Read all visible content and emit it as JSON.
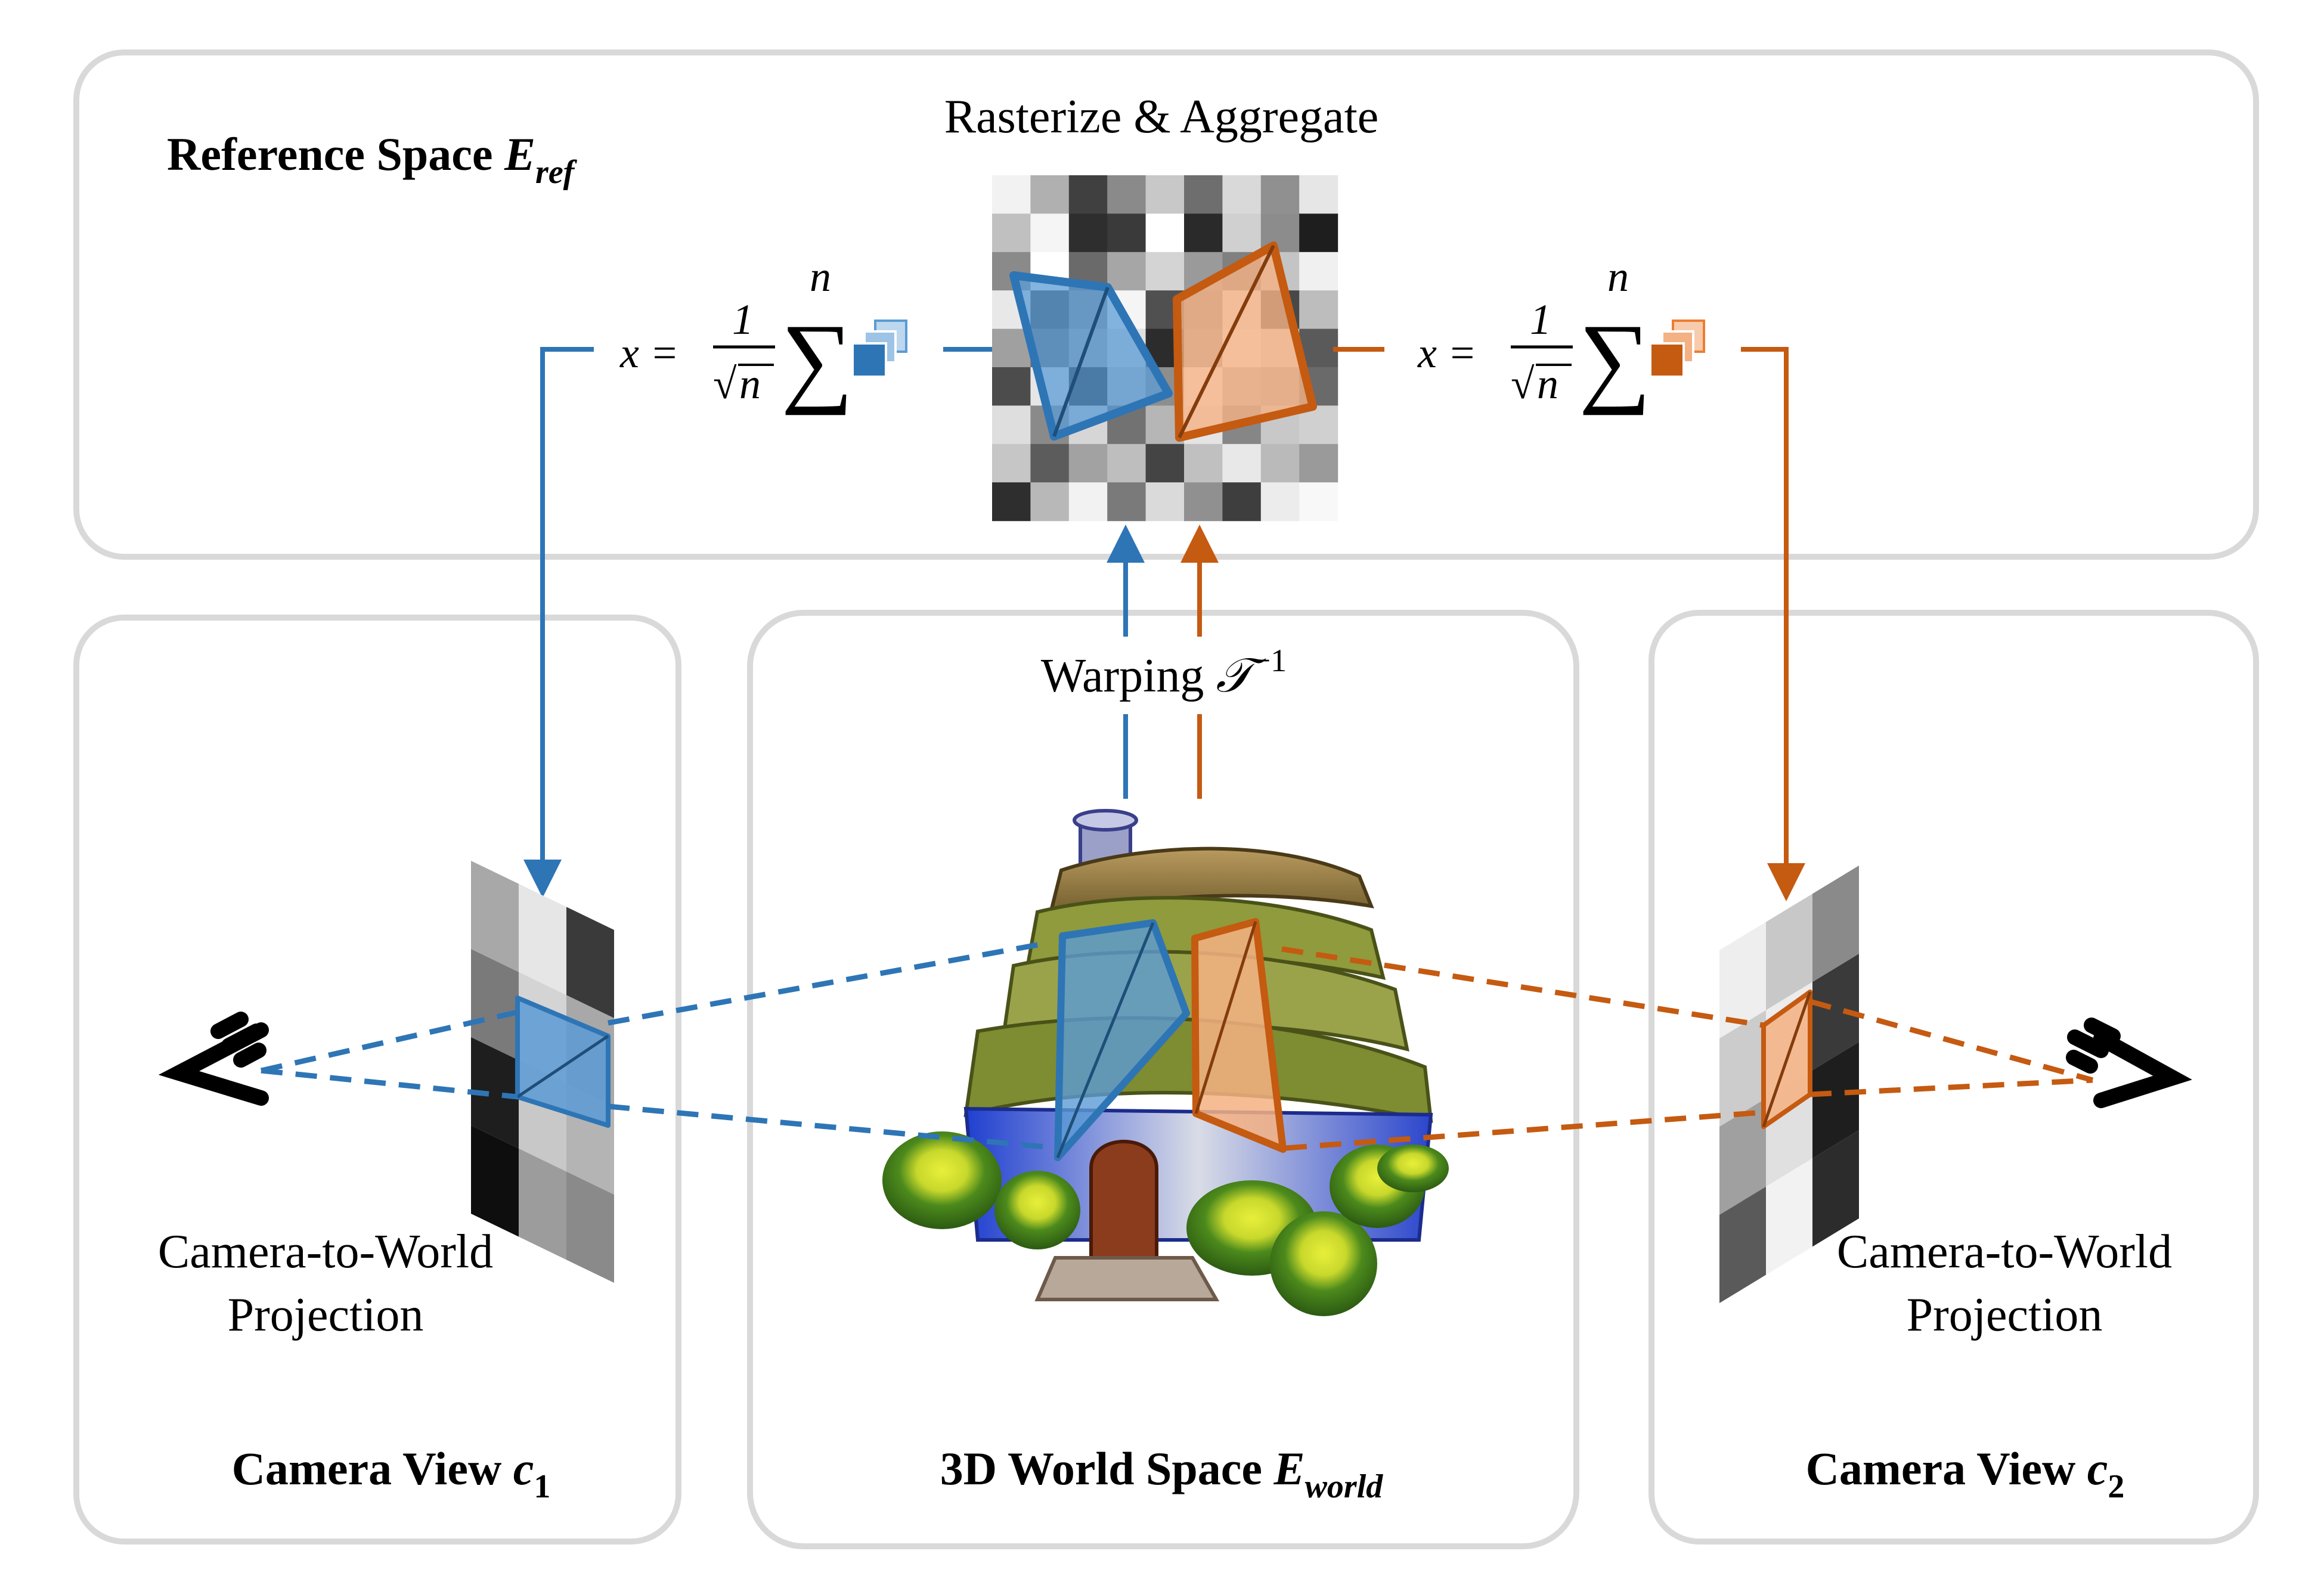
{
  "colors": {
    "blue": "#2e75b6",
    "blue_fill": "#5b9bd5",
    "orange": "#c55a11",
    "orange_fill": "#f4b183",
    "panel_border": "#d9d9d9"
  },
  "reference_space": {
    "label": "Reference Space ",
    "symbol": "E",
    "subscript": "ref",
    "title": "Rasterize & Aggregate"
  },
  "formula_left": {
    "lhs": "x =",
    "numerator": "1",
    "denominator": "n",
    "sum_top": "n"
  },
  "formula_right": {
    "lhs": "x =",
    "numerator": "1",
    "denominator": "n",
    "sum_top": "n"
  },
  "world_space": {
    "warp_label": "Warping ",
    "warp_symbol": "𝒯",
    "warp_sup": "−1",
    "label": "3D World Space ",
    "symbol": "E",
    "subscript": "world"
  },
  "camera_1": {
    "label": "Camera View ",
    "symbol": "c",
    "subscript": "1",
    "projection_line1": "Camera-to-World",
    "projection_line2": "Projection"
  },
  "camera_2": {
    "label": "Camera View ",
    "symbol": "c",
    "subscript": "2",
    "projection_line1": "Camera-to-World",
    "projection_line2": "Projection"
  },
  "icons": [
    "eye-icon-left",
    "eye-icon-right",
    "feature-stack-icon-blue",
    "feature-stack-icon-orange",
    "house-model-image"
  ]
}
